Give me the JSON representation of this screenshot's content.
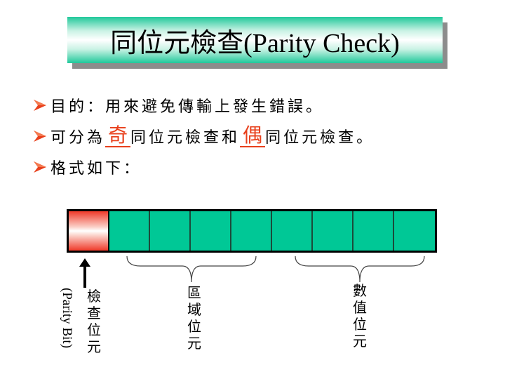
{
  "title": "同位元檢查(Parity Check)",
  "bullets": [
    {
      "text": "目的：用來避免傳輸上發生錯誤。"
    },
    {
      "prefix": "可分為",
      "odd": "奇",
      "middle": "同位元檢查和",
      "even": "偶",
      "suffix": "同位元檢查。"
    },
    {
      "text": "格式如下："
    }
  ],
  "diagram": {
    "cells": [
      "parity",
      "data",
      "data",
      "data",
      "data",
      "data",
      "data",
      "data",
      "data"
    ],
    "parity_label_zh": "檢查位元",
    "parity_label_en": "(Parity Bit)",
    "zone_label": "區域位元",
    "digit_label": "數值位元"
  },
  "colors": {
    "accent_red": "#e8401c",
    "cell_green": "#00c896",
    "title_green": "#1fc89a"
  }
}
